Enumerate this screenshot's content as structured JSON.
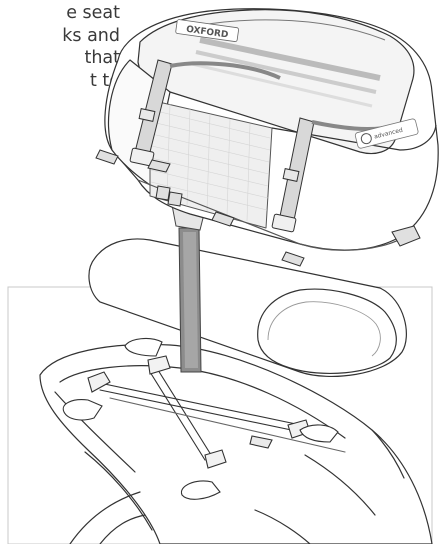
{
  "instructions": {
    "lines": [
      "e seat",
      "ks and",
      "that",
      "t to"
    ]
  },
  "product": {
    "brand_label": "OXFORD",
    "badge_label": "advanced"
  },
  "icons": [
    "oxford-logo-icon",
    "advanced-badge-icon"
  ]
}
